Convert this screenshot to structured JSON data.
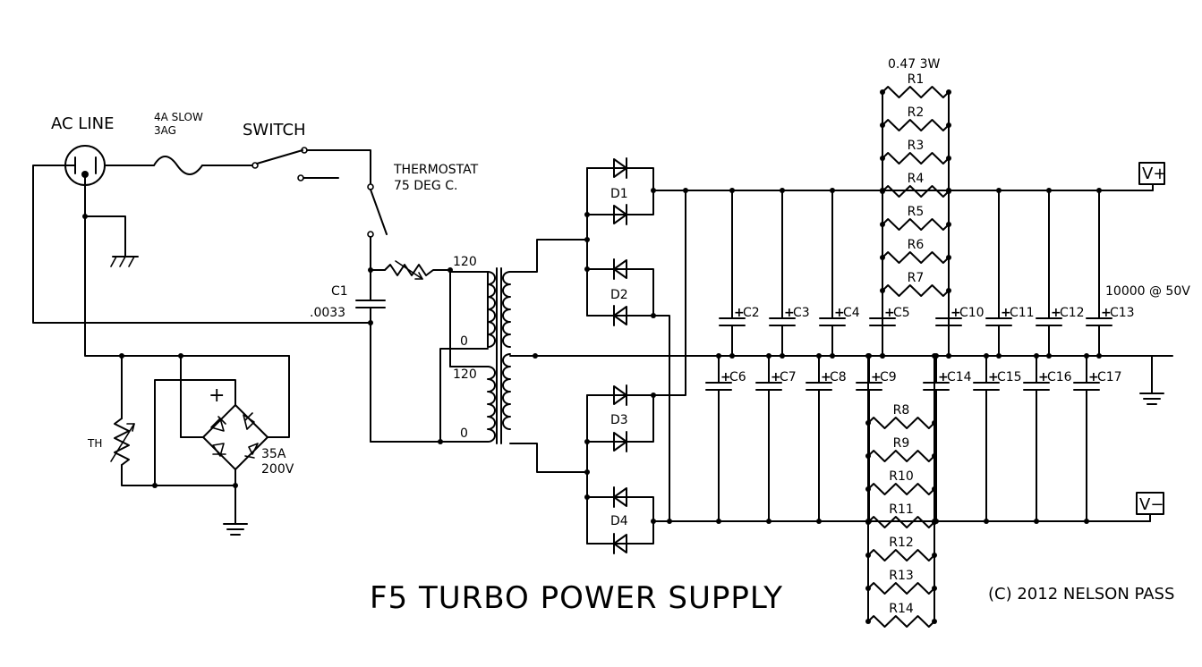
{
  "title": "F5 TURBO POWER SUPPLY",
  "copyright": "(C) 2012 NELSON PASS",
  "labels": {
    "ac_line": "AC LINE",
    "fuse_line1": "4A SLOW",
    "fuse_line2": "3AG",
    "switch": "SWITCH",
    "thermostat_line1": "THERMOSTAT",
    "thermostat_line2": "75 DEG C.",
    "c1": "C1",
    "c1_value": ".0033",
    "th": "TH",
    "bridge_rating_line1": "35A",
    "bridge_rating_line2": "200V",
    "bridge_plus": "+",
    "xfmr_top_120": "120",
    "xfmr_top_0": "0",
    "xfmr_bot_120": "120",
    "xfmr_bot_0": "0",
    "r1_rating": "0.47 3W",
    "cap_rating": "10000 @ 50V",
    "vplus": "V+",
    "vminus": "V−"
  },
  "diodes": [
    "D1",
    "D2",
    "D3",
    "D4"
  ],
  "resistors_top": [
    "R1",
    "R2",
    "R3",
    "R4",
    "R5",
    "R6",
    "R7"
  ],
  "resistors_bottom": [
    "R8",
    "R9",
    "R10",
    "R11",
    "R12",
    "R13",
    "R14"
  ],
  "caps_top": [
    "C2",
    "C3",
    "C4",
    "C5",
    "C10",
    "C11",
    "C12",
    "C13"
  ],
  "caps_bottom": [
    "C6",
    "C7",
    "C8",
    "C9",
    "C14",
    "C15",
    "C16",
    "C17"
  ]
}
